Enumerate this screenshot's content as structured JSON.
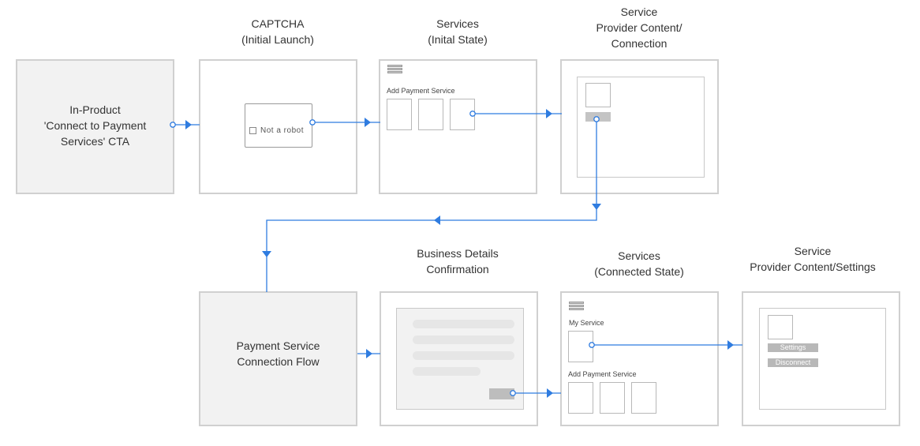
{
  "titles": {
    "captcha": [
      "CAPTCHA",
      "(Initial Launch)"
    ],
    "services_initial": [
      "Services",
      "(Inital State)"
    ],
    "provider_connection": [
      "Service",
      "Provider Content/",
      "Connection"
    ],
    "business_details": [
      "Business Details",
      "Confirmation"
    ],
    "services_connected": [
      "Services",
      "(Connected State)"
    ],
    "provider_settings": [
      "Service",
      "Provider Content/Settings"
    ]
  },
  "boxes": {
    "in_product_cta": [
      "In-Product",
      "'Connect to Payment",
      "Services' CTA"
    ],
    "payment_flow": [
      "Payment Service",
      "Connection Flow"
    ]
  },
  "captcha": {
    "checkbox_label": "Not a robot"
  },
  "services_initial": {
    "add_label": "Add Payment Service"
  },
  "services_connected": {
    "my_service_label": "My Service",
    "add_label": "Add Payment Service"
  },
  "provider_settings": {
    "settings_label": "Settings",
    "disconnect_label": "Disconnect"
  },
  "colors": {
    "connector": "#2f7ce0",
    "box_border": "#d0d0d0",
    "grey_fill": "#f2f2f2"
  }
}
